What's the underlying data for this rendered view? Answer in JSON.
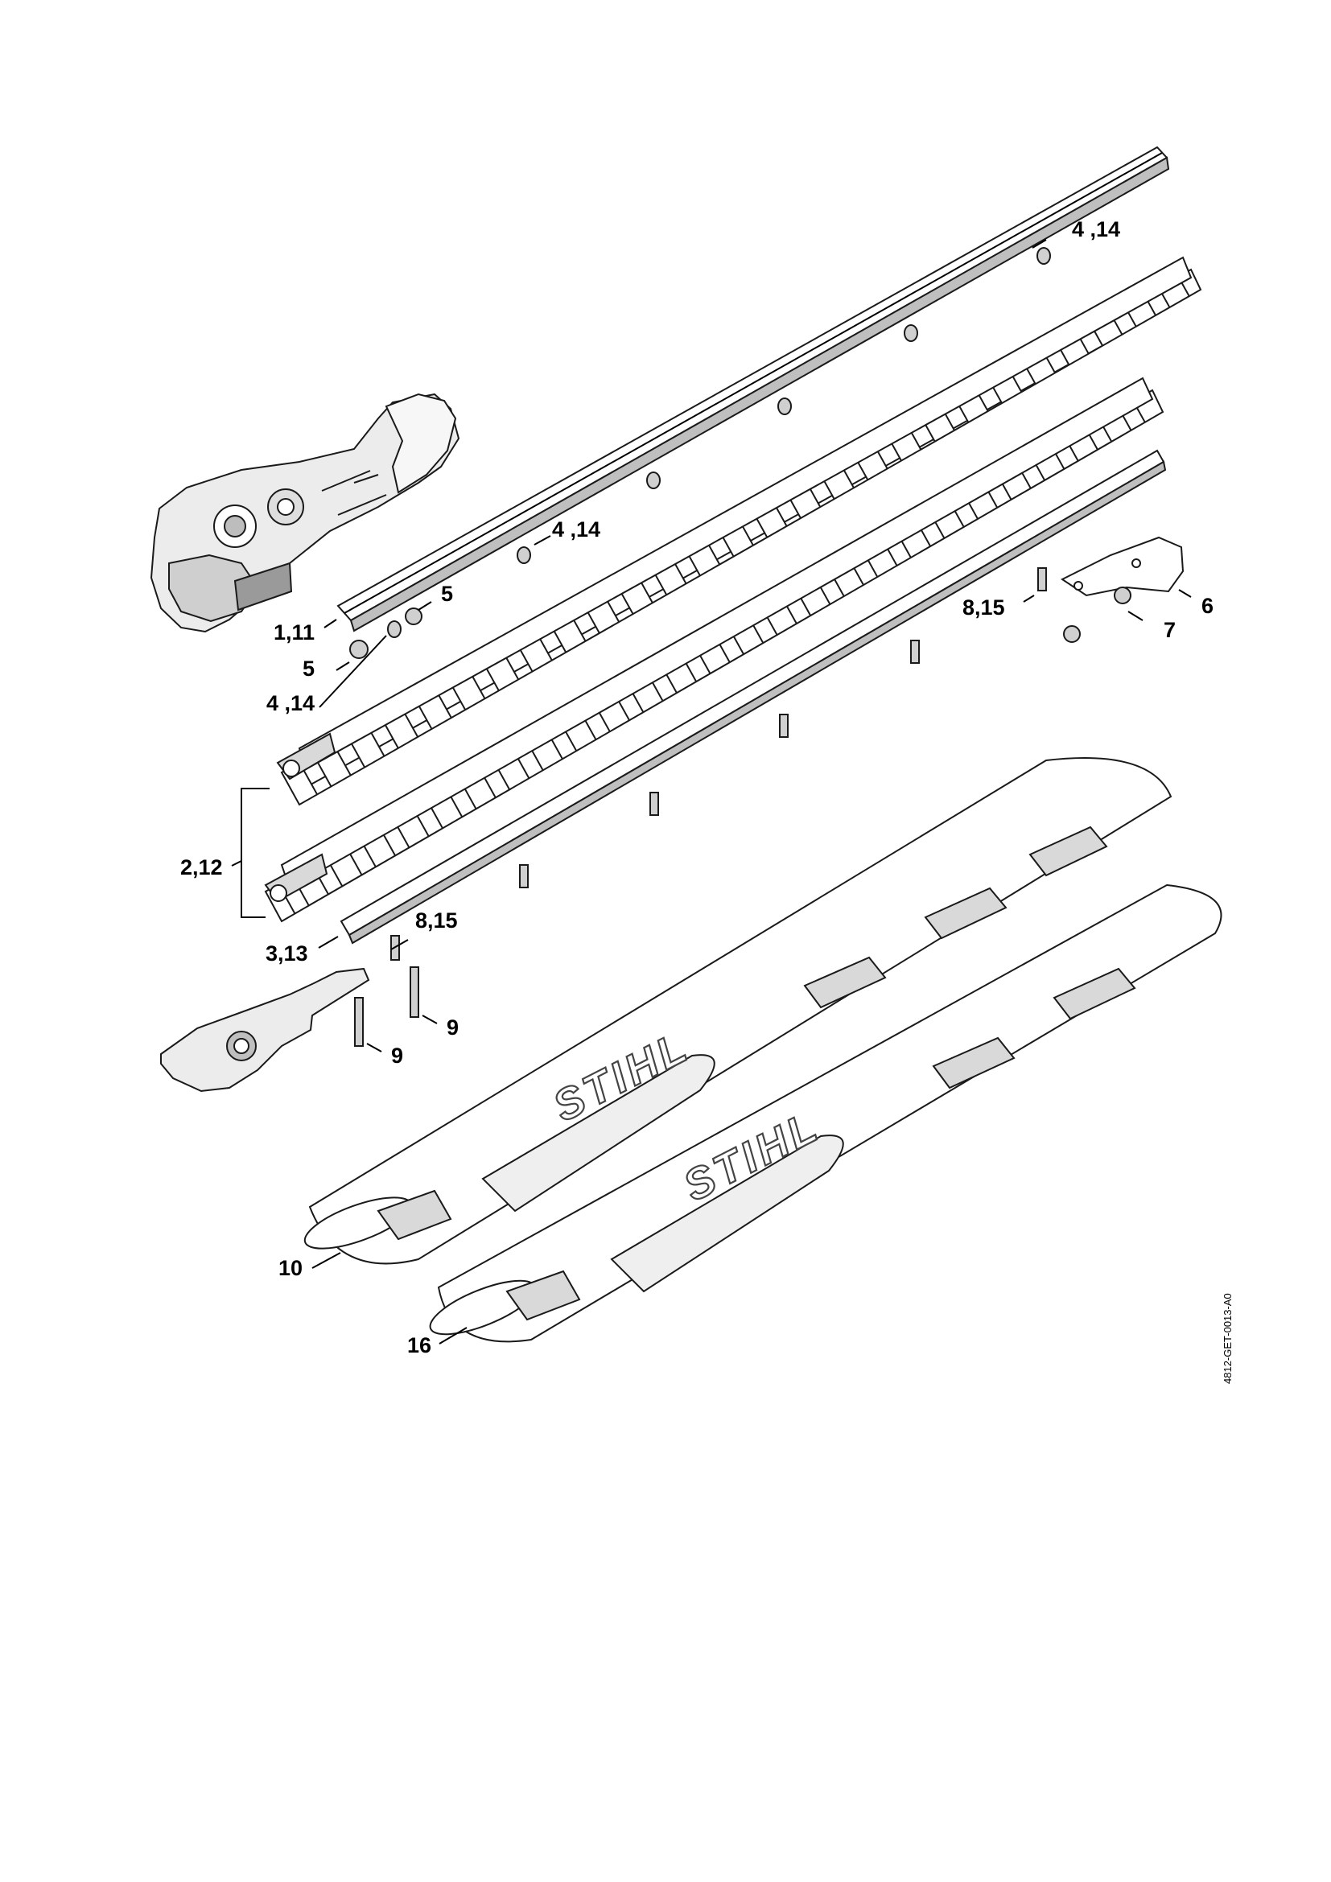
{
  "labels": [
    {
      "text": "4 ,14"
    },
    {
      "text": "4 ,14"
    },
    {
      "text": "5"
    },
    {
      "text": "1,11"
    },
    {
      "text": "5"
    },
    {
      "text": "4 ,14"
    },
    {
      "text": "8,15"
    },
    {
      "text": "6"
    },
    {
      "text": "7"
    },
    {
      "text": "2,12"
    },
    {
      "text": "8,15"
    },
    {
      "text": "3,13"
    },
    {
      "text": "9"
    },
    {
      "text": "9"
    },
    {
      "text": "10"
    },
    {
      "text": "16"
    }
  ],
  "brand_text": "STIHL",
  "drawing_code": "4812-GET-0013-A0",
  "colors": {
    "ink": "#000000",
    "part_fill": "#ffffff",
    "shade": "#d9d9d9",
    "shade_dark": "#9a9a9a"
  }
}
